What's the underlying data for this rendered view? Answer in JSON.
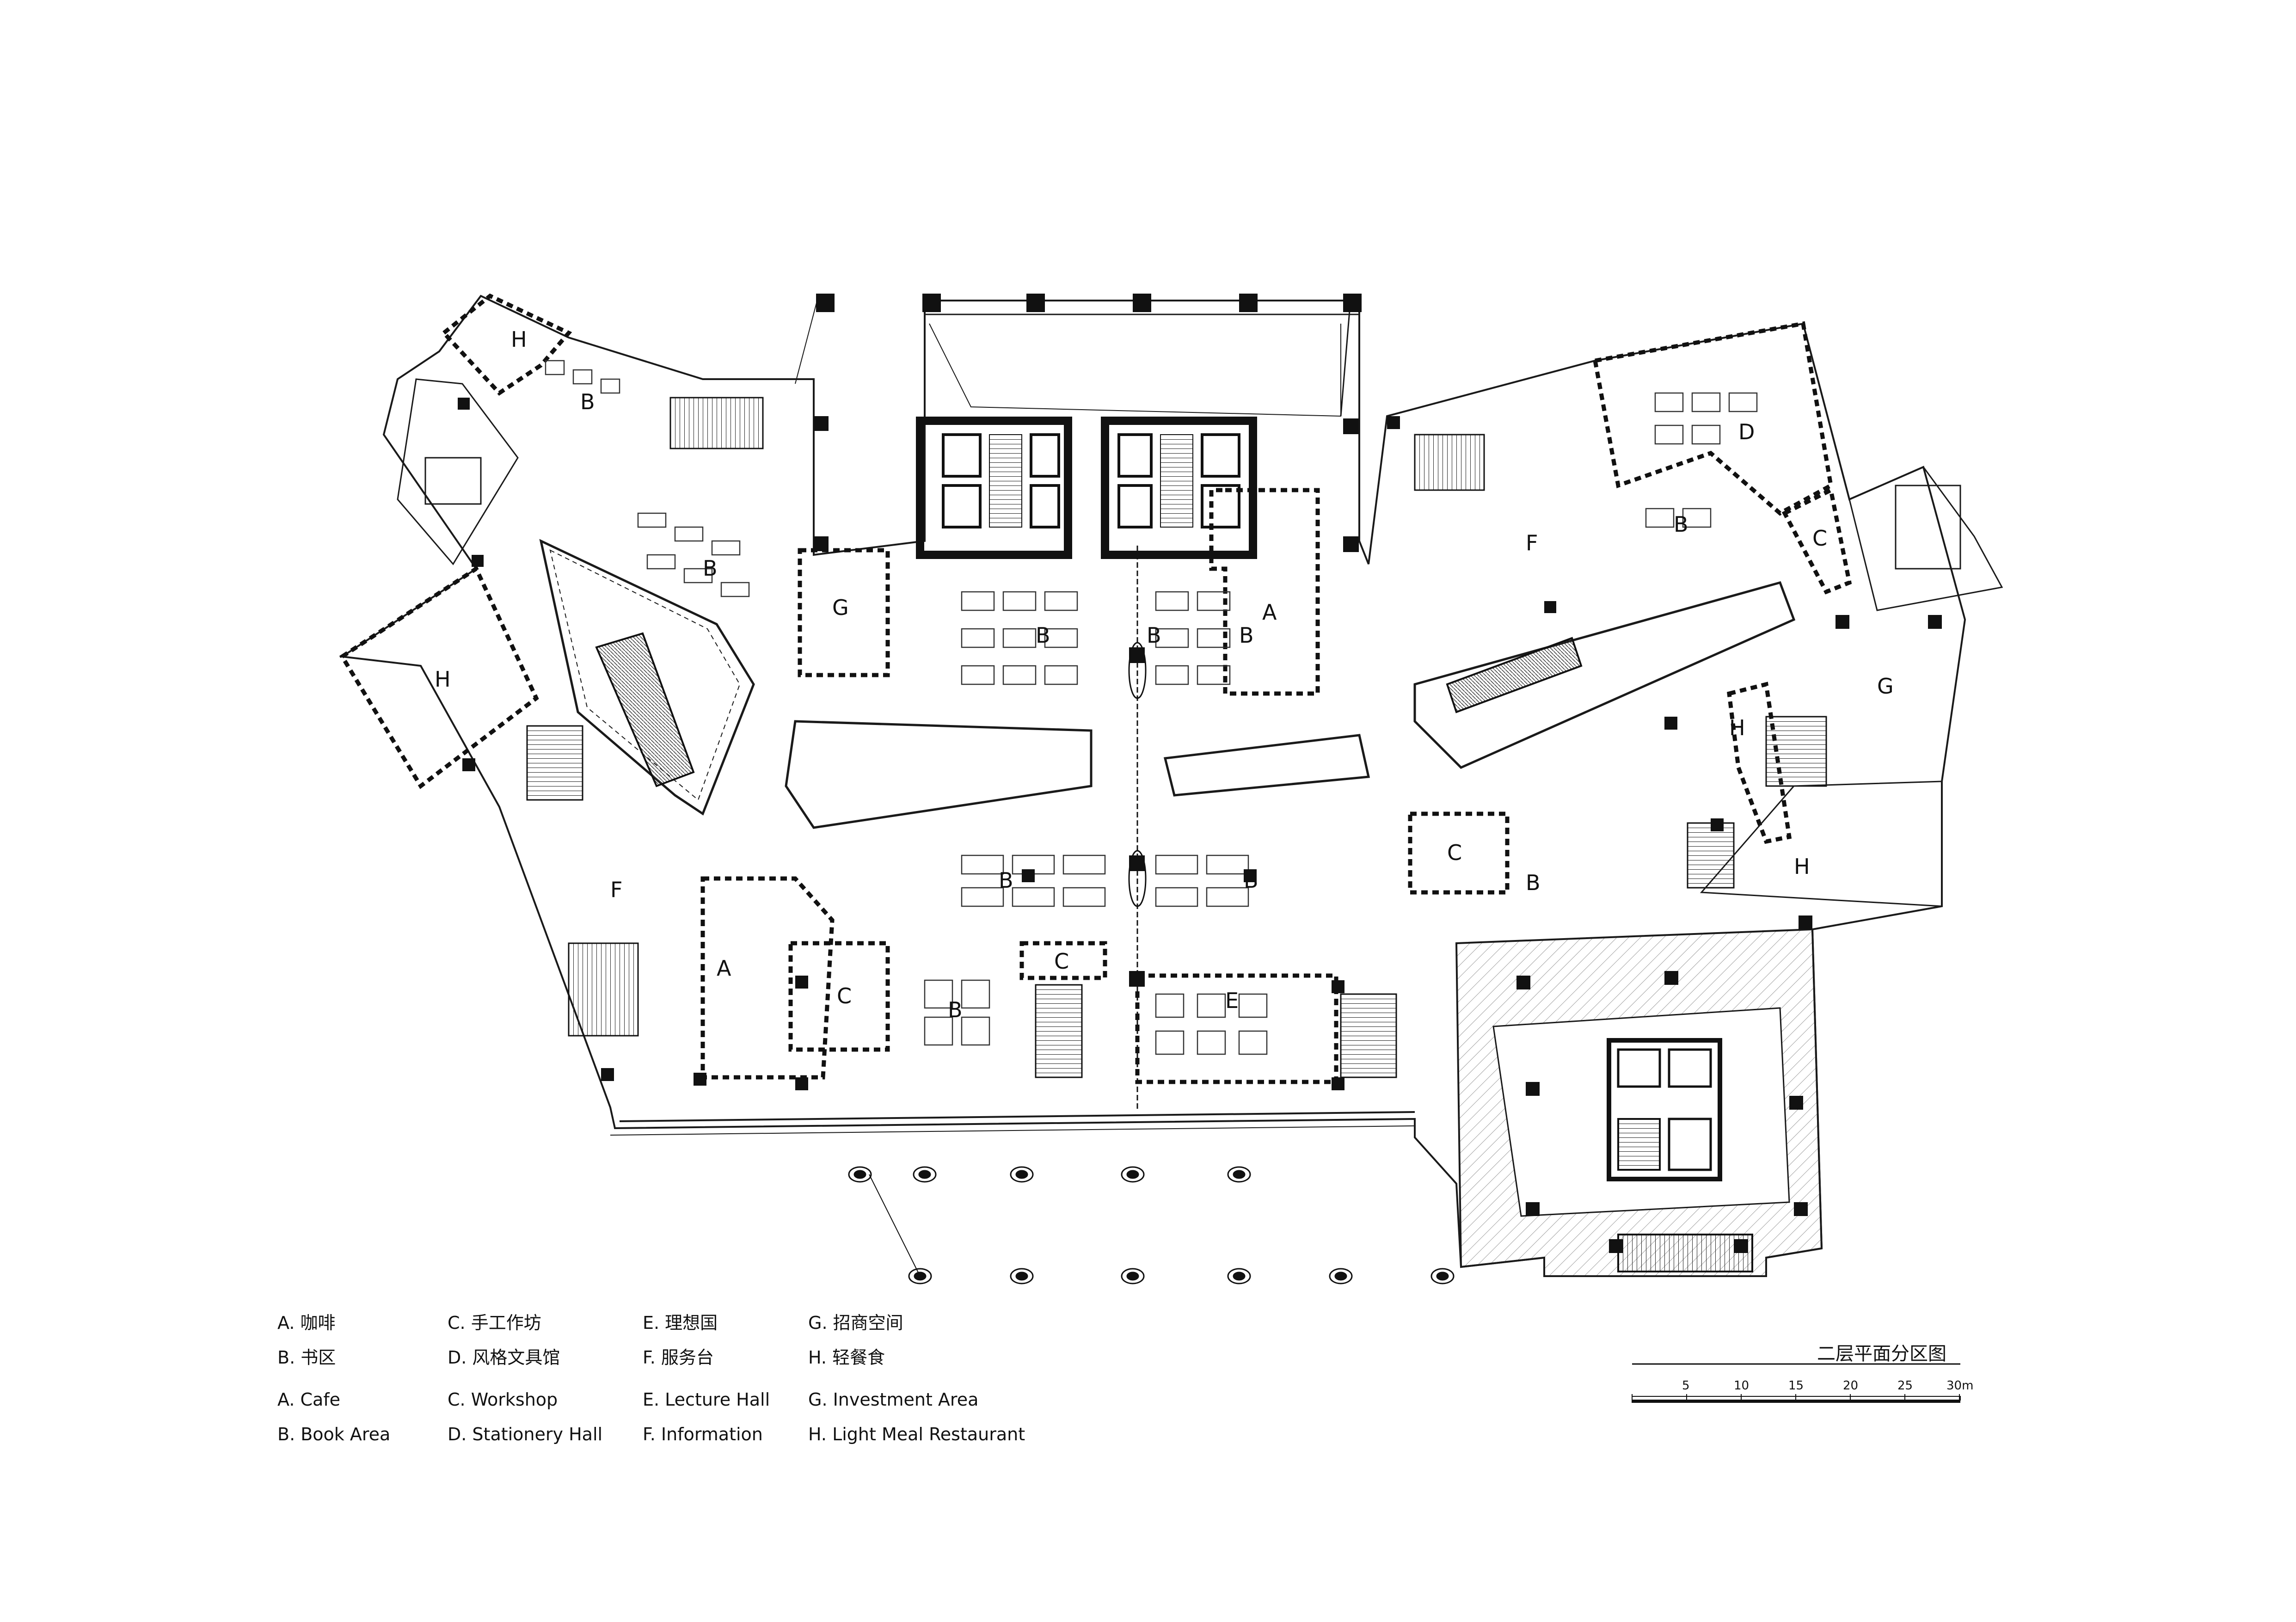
{
  "zone_labels": {
    "A": "A",
    "B": "B",
    "C": "C",
    "D": "D",
    "E": "E",
    "F": "F",
    "G": "G",
    "H": "H"
  },
  "legend": {
    "cn": {
      "a": "A. 咖啡",
      "b": "B. 书区",
      "c": "C. 手工作坊",
      "d": "D. 风格文具馆",
      "e": "E. 理想国",
      "f": "F. 服务台",
      "g": "G. 招商空间",
      "h": "H. 轻餐食"
    },
    "en": {
      "a": "A. Cafe",
      "b": "B. Book Area",
      "c": "C. Workshop",
      "d": "D. Stationery Hall",
      "e": "E. Lecture Hall",
      "f": "F. Information",
      "g": "G. Investment Area",
      "h": "H. Light Meal Restaurant"
    }
  },
  "scale_bar": {
    "title": "二层平面分区图",
    "ticks": [
      "5",
      "10",
      "15",
      "20",
      "25",
      "30m"
    ]
  },
  "colors": {
    "line": "#1a1a1a",
    "column": "#111111",
    "hatch": "#9a9a9a",
    "background": "#ffffff"
  }
}
